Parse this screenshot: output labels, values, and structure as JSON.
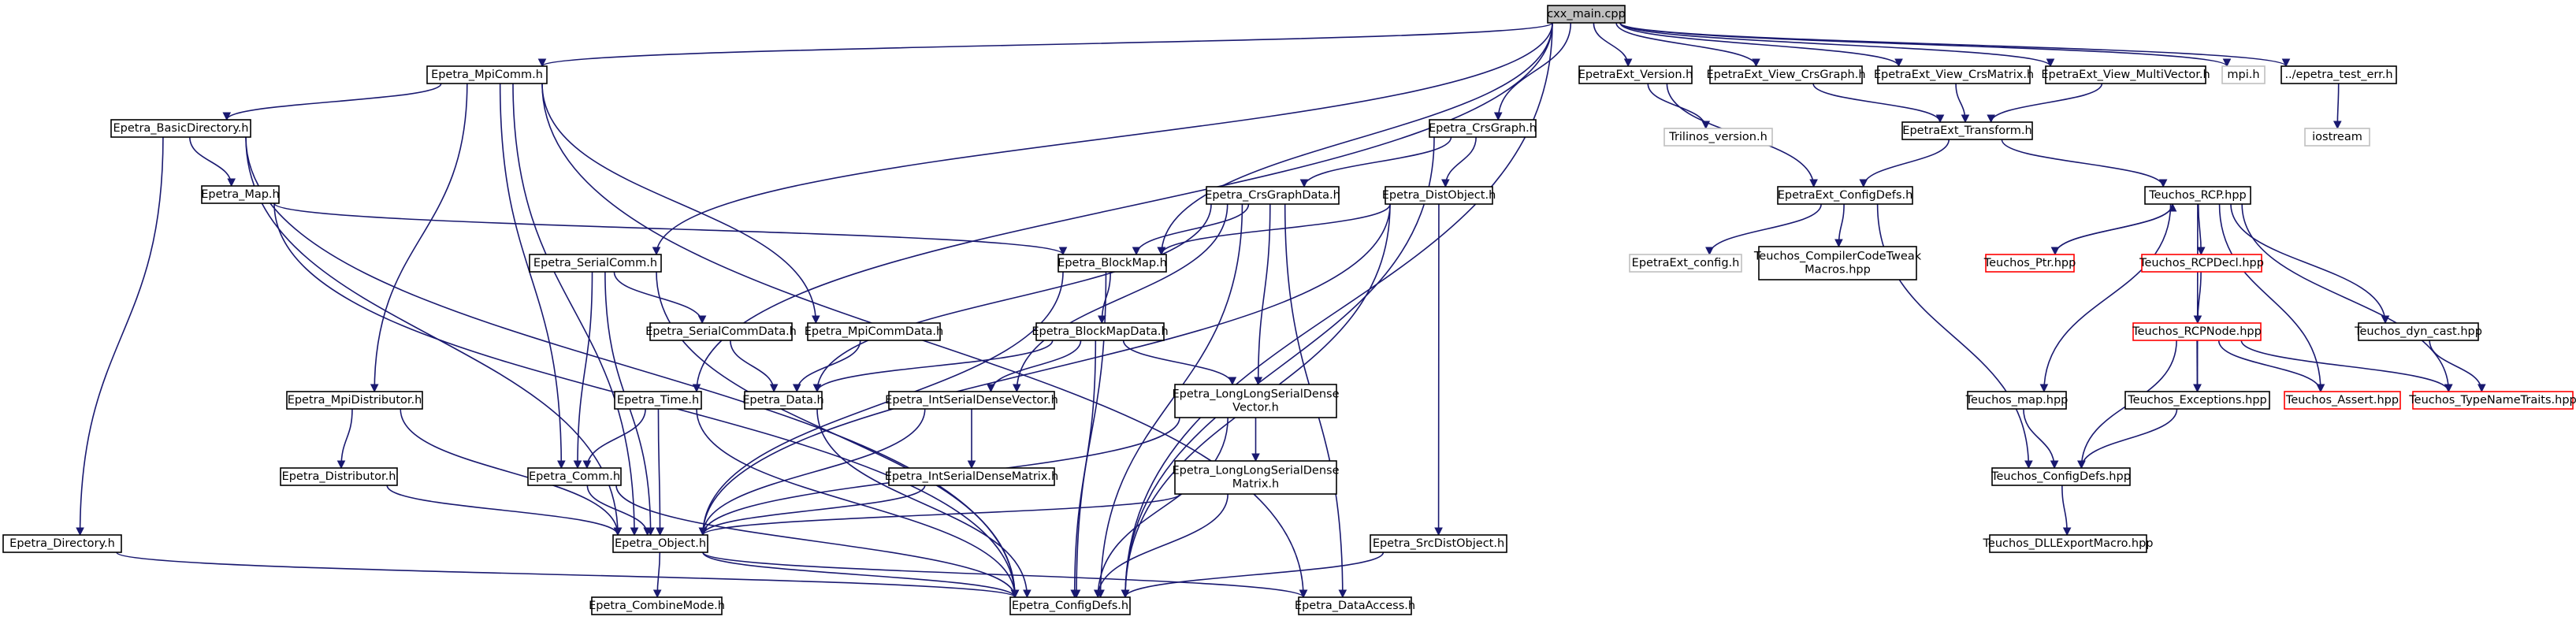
{
  "colors": {
    "edge": "#191970",
    "node_border": "#000000",
    "node_border_external": "#bfbfbf",
    "node_border_truncated": "#ff0000",
    "root_fill": "#bfbfbf",
    "node_fill": "#ffffff"
  },
  "nodes": {
    "cxx_main": {
      "label": "cxx_main.cpp",
      "style": "root"
    },
    "Epetra_MpiComm": {
      "label": "Epetra_MpiComm.h"
    },
    "Epetra_BasicDirectory": {
      "label": "Epetra_BasicDirectory.h"
    },
    "Epetra_Map": {
      "label": "Epetra_Map.h"
    },
    "Epetra_Directory": {
      "label": "Epetra_Directory.h"
    },
    "Epetra_SerialComm": {
      "label": "Epetra_SerialComm.h"
    },
    "Epetra_SerialCommData": {
      "label": "Epetra_SerialCommData.h"
    },
    "Epetra_MpiCommData": {
      "label": "Epetra_MpiCommData.h"
    },
    "Epetra_MpiDistributor": {
      "label": "Epetra_MpiDistributor.h"
    },
    "Epetra_Distributor": {
      "label": "Epetra_Distributor.h"
    },
    "Epetra_Time": {
      "label": "Epetra_Time.h"
    },
    "Epetra_Comm": {
      "label": "Epetra_Comm.h"
    },
    "Epetra_Object": {
      "label": "Epetra_Object.h"
    },
    "Epetra_CombineMode": {
      "label": "Epetra_CombineMode.h"
    },
    "Epetra_ConfigDefs": {
      "label": "Epetra_ConfigDefs.h"
    },
    "Epetra_DataAccess": {
      "label": "Epetra_DataAccess.h"
    },
    "Epetra_CrsGraph": {
      "label": "Epetra_CrsGraph.h"
    },
    "Epetra_CrsGraphData": {
      "label": "Epetra_CrsGraphData.h"
    },
    "Epetra_DistObject": {
      "label": "Epetra_DistObject.h"
    },
    "Epetra_BlockMap": {
      "label": "Epetra_BlockMap.h"
    },
    "Epetra_BlockMapData": {
      "label": "Epetra_BlockMapData.h"
    },
    "Epetra_Data": {
      "label": "Epetra_Data.h"
    },
    "Epetra_IntSerialDenseVector": {
      "label": "Epetra_IntSerialDenseVector.h"
    },
    "Epetra_IntSerialDenseMatrix": {
      "label": "Epetra_IntSerialDenseMatrix.h"
    },
    "Epetra_LongLongSerialDenseVector": {
      "label": [
        "Epetra_LongLongSerialDense",
        "Vector.h"
      ]
    },
    "Epetra_LongLongSerialDenseMatrix": {
      "label": [
        "Epetra_LongLongSerialDense",
        "Matrix.h"
      ]
    },
    "Epetra_SrcDistObject": {
      "label": "Epetra_SrcDistObject.h"
    },
    "EpetraExt_Version": {
      "label": "EpetraExt_Version.h"
    },
    "Trilinos_version": {
      "label": "Trilinos_version.h",
      "style": "external"
    },
    "EpetraExt_View_CrsGraph": {
      "label": "EpetraExt_View_CrsGraph.h"
    },
    "EpetraExt_View_CrsMatrix": {
      "label": "EpetraExt_View_CrsMatrix.h"
    },
    "EpetraExt_View_MultiVector": {
      "label": "EpetraExt_View_MultiVector.h"
    },
    "mpi": {
      "label": "mpi.h",
      "style": "external"
    },
    "epetra_test_err": {
      "label": "../epetra_test_err.h"
    },
    "iostream": {
      "label": "iostream",
      "style": "external"
    },
    "EpetraExt_Transform": {
      "label": "EpetraExt_Transform.h"
    },
    "EpetraExt_ConfigDefs": {
      "label": "EpetraExt_ConfigDefs.h"
    },
    "EpetraExt_config": {
      "label": "EpetraExt_config.h",
      "style": "external"
    },
    "Teuchos_CompilerCodeTweakMacros": {
      "label": [
        "Teuchos_CompilerCodeTweak",
        "Macros.hpp"
      ]
    },
    "Teuchos_RCP": {
      "label": "Teuchos_RCP.hpp"
    },
    "Teuchos_Ptr": {
      "label": "Teuchos_Ptr.hpp",
      "style": "truncated"
    },
    "Teuchos_RCPDecl": {
      "label": "Teuchos_RCPDecl.hpp",
      "style": "truncated"
    },
    "Teuchos_RCPNode": {
      "label": "Teuchos_RCPNode.hpp",
      "style": "truncated"
    },
    "Teuchos_dyn_cast": {
      "label": "Teuchos_dyn_cast.hpp"
    },
    "Teuchos_map": {
      "label": "Teuchos_map.hpp"
    },
    "Teuchos_Exceptions": {
      "label": "Teuchos_Exceptions.hpp"
    },
    "Teuchos_Assert": {
      "label": "Teuchos_Assert.hpp",
      "style": "truncated"
    },
    "Teuchos_TypeNameTraits": {
      "label": "Teuchos_TypeNameTraits.hpp",
      "style": "truncated"
    },
    "Teuchos_ConfigDefs": {
      "label": "Teuchos_ConfigDefs.hpp"
    },
    "Teuchos_DLLExportMacro": {
      "label": "Teuchos_DLLExportMacro.hpp"
    }
  },
  "edges": [
    [
      "cxx_main",
      "Epetra_MpiComm"
    ],
    [
      "cxx_main",
      "Epetra_SerialComm"
    ],
    [
      "cxx_main",
      "Epetra_Time"
    ],
    [
      "cxx_main",
      "Epetra_BlockMap"
    ],
    [
      "cxx_main",
      "Epetra_CrsGraph"
    ],
    [
      "cxx_main",
      "Epetra_ConfigDefs"
    ],
    [
      "cxx_main",
      "EpetraExt_Version"
    ],
    [
      "cxx_main",
      "EpetraExt_View_CrsGraph"
    ],
    [
      "cxx_main",
      "EpetraExt_View_CrsMatrix"
    ],
    [
      "cxx_main",
      "EpetraExt_View_MultiVector"
    ],
    [
      "cxx_main",
      "mpi"
    ],
    [
      "cxx_main",
      "epetra_test_err"
    ],
    [
      "Epetra_MpiComm",
      "Epetra_BasicDirectory"
    ],
    [
      "Epetra_MpiComm",
      "Epetra_MpiDistributor"
    ],
    [
      "Epetra_MpiComm",
      "Epetra_MpiCommData"
    ],
    [
      "Epetra_MpiComm",
      "Epetra_Comm"
    ],
    [
      "Epetra_MpiComm",
      "Epetra_Object"
    ],
    [
      "Epetra_MpiComm",
      "Epetra_DataAccess"
    ],
    [
      "Epetra_BasicDirectory",
      "Epetra_Map"
    ],
    [
      "Epetra_BasicDirectory",
      "Epetra_Directory"
    ],
    [
      "Epetra_BasicDirectory",
      "Epetra_Object"
    ],
    [
      "Epetra_BasicDirectory",
      "Epetra_ConfigDefs"
    ],
    [
      "Epetra_Map",
      "Epetra_BlockMap"
    ],
    [
      "Epetra_Map",
      "Epetra_ConfigDefs"
    ],
    [
      "Epetra_Directory",
      "Epetra_ConfigDefs"
    ],
    [
      "Epetra_SerialComm",
      "Epetra_SerialCommData"
    ],
    [
      "Epetra_SerialComm",
      "Epetra_Comm"
    ],
    [
      "Epetra_SerialComm",
      "Epetra_Object"
    ],
    [
      "Epetra_SerialComm",
      "Epetra_ConfigDefs"
    ],
    [
      "Epetra_SerialCommData",
      "Epetra_Data"
    ],
    [
      "Epetra_MpiCommData",
      "Epetra_Data"
    ],
    [
      "Epetra_MpiDistributor",
      "Epetra_Distributor"
    ],
    [
      "Epetra_MpiDistributor",
      "Epetra_Object"
    ],
    [
      "Epetra_Distributor",
      "Epetra_Object"
    ],
    [
      "Epetra_Time",
      "Epetra_Comm"
    ],
    [
      "Epetra_Time",
      "Epetra_Object"
    ],
    [
      "Epetra_Time",
      "Epetra_ConfigDefs"
    ],
    [
      "Epetra_Comm",
      "Epetra_Object"
    ],
    [
      "Epetra_Comm",
      "Epetra_ConfigDefs"
    ],
    [
      "Epetra_Object",
      "Epetra_CombineMode"
    ],
    [
      "Epetra_Object",
      "Epetra_ConfigDefs"
    ],
    [
      "Epetra_Object",
      "Epetra_DataAccess"
    ],
    [
      "Epetra_CrsGraph",
      "Epetra_CrsGraphData"
    ],
    [
      "Epetra_CrsGraph",
      "Epetra_DistObject"
    ],
    [
      "Epetra_CrsGraph",
      "Epetra_ConfigDefs"
    ],
    [
      "Epetra_CrsGraphData",
      "Epetra_BlockMap"
    ],
    [
      "Epetra_CrsGraphData",
      "Epetra_Data"
    ],
    [
      "Epetra_CrsGraphData",
      "Epetra_IntSerialDenseVector"
    ],
    [
      "Epetra_CrsGraphData",
      "Epetra_LongLongSerialDenseVector"
    ],
    [
      "Epetra_CrsGraphData",
      "Epetra_ConfigDefs"
    ],
    [
      "Epetra_CrsGraphData",
      "Epetra_DataAccess"
    ],
    [
      "Epetra_DistObject",
      "Epetra_BlockMap"
    ],
    [
      "Epetra_DistObject",
      "Epetra_SrcDistObject"
    ],
    [
      "Epetra_DistObject",
      "Epetra_Object"
    ],
    [
      "Epetra_DistObject",
      "Epetra_ConfigDefs"
    ],
    [
      "Epetra_BlockMap",
      "Epetra_BlockMapData"
    ],
    [
      "Epetra_BlockMap",
      "Epetra_Object"
    ],
    [
      "Epetra_BlockMap",
      "Epetra_ConfigDefs"
    ],
    [
      "Epetra_BlockMapData",
      "Epetra_Data"
    ],
    [
      "Epetra_BlockMapData",
      "Epetra_IntSerialDenseVector"
    ],
    [
      "Epetra_BlockMapData",
      "Epetra_LongLongSerialDenseVector"
    ],
    [
      "Epetra_BlockMapData",
      "Epetra_ConfigDefs"
    ],
    [
      "Epetra_Data",
      "Epetra_ConfigDefs"
    ],
    [
      "Epetra_IntSerialDenseVector",
      "Epetra_IntSerialDenseMatrix"
    ],
    [
      "Epetra_IntSerialDenseVector",
      "Epetra_Object"
    ],
    [
      "Epetra_IntSerialDenseMatrix",
      "Epetra_Object"
    ],
    [
      "Epetra_LongLongSerialDenseVector",
      "Epetra_LongLongSerialDenseMatrix"
    ],
    [
      "Epetra_LongLongSerialDenseVector",
      "Epetra_Object"
    ],
    [
      "Epetra_LongLongSerialDenseVector",
      "Epetra_ConfigDefs"
    ],
    [
      "Epetra_LongLongSerialDenseMatrix",
      "Epetra_Object"
    ],
    [
      "Epetra_LongLongSerialDenseMatrix",
      "Epetra_ConfigDefs"
    ],
    [
      "Epetra_SrcDistObject",
      "Epetra_ConfigDefs"
    ],
    [
      "EpetraExt_Version",
      "Trilinos_version"
    ],
    [
      "EpetraExt_Version",
      "EpetraExt_ConfigDefs"
    ],
    [
      "EpetraExt_View_CrsGraph",
      "EpetraExt_Transform"
    ],
    [
      "EpetraExt_View_CrsMatrix",
      "EpetraExt_Transform"
    ],
    [
      "EpetraExt_View_MultiVector",
      "EpetraExt_Transform"
    ],
    [
      "epetra_test_err",
      "iostream"
    ],
    [
      "EpetraExt_Transform",
      "EpetraExt_ConfigDefs"
    ],
    [
      "EpetraExt_Transform",
      "Teuchos_RCP"
    ],
    [
      "EpetraExt_ConfigDefs",
      "EpetraExt_config"
    ],
    [
      "EpetraExt_ConfigDefs",
      "Teuchos_CompilerCodeTweakMacros"
    ],
    [
      "EpetraExt_ConfigDefs",
      "Teuchos_ConfigDefs"
    ],
    [
      "Teuchos_RCP",
      "Teuchos_Ptr"
    ],
    [
      "Teuchos_RCP",
      "Teuchos_RCPDecl"
    ],
    [
      "Teuchos_RCP",
      "Teuchos_map"
    ],
    [
      "Teuchos_RCP",
      "Teuchos_Exceptions"
    ],
    [
      "Teuchos_RCP",
      "Teuchos_Assert"
    ],
    [
      "Teuchos_RCP",
      "Teuchos_dyn_cast"
    ],
    [
      "Teuchos_RCP",
      "Teuchos_TypeNameTraits"
    ],
    [
      "Teuchos_Ptr",
      "Teuchos_RCP"
    ],
    [
      "Teuchos_RCPDecl",
      "Teuchos_RCPNode"
    ],
    [
      "Teuchos_RCPNode",
      "Teuchos_ConfigDefs"
    ],
    [
      "Teuchos_RCPNode",
      "Teuchos_Exceptions"
    ],
    [
      "Teuchos_RCPNode",
      "Teuchos_Assert"
    ],
    [
      "Teuchos_RCPNode",
      "Teuchos_TypeNameTraits"
    ],
    [
      "Teuchos_dyn_cast",
      "Teuchos_TypeNameTraits"
    ],
    [
      "Teuchos_map",
      "Teuchos_ConfigDefs"
    ],
    [
      "Teuchos_Exceptions",
      "Teuchos_ConfigDefs"
    ],
    [
      "Teuchos_ConfigDefs",
      "Teuchos_DLLExportMacro"
    ]
  ]
}
